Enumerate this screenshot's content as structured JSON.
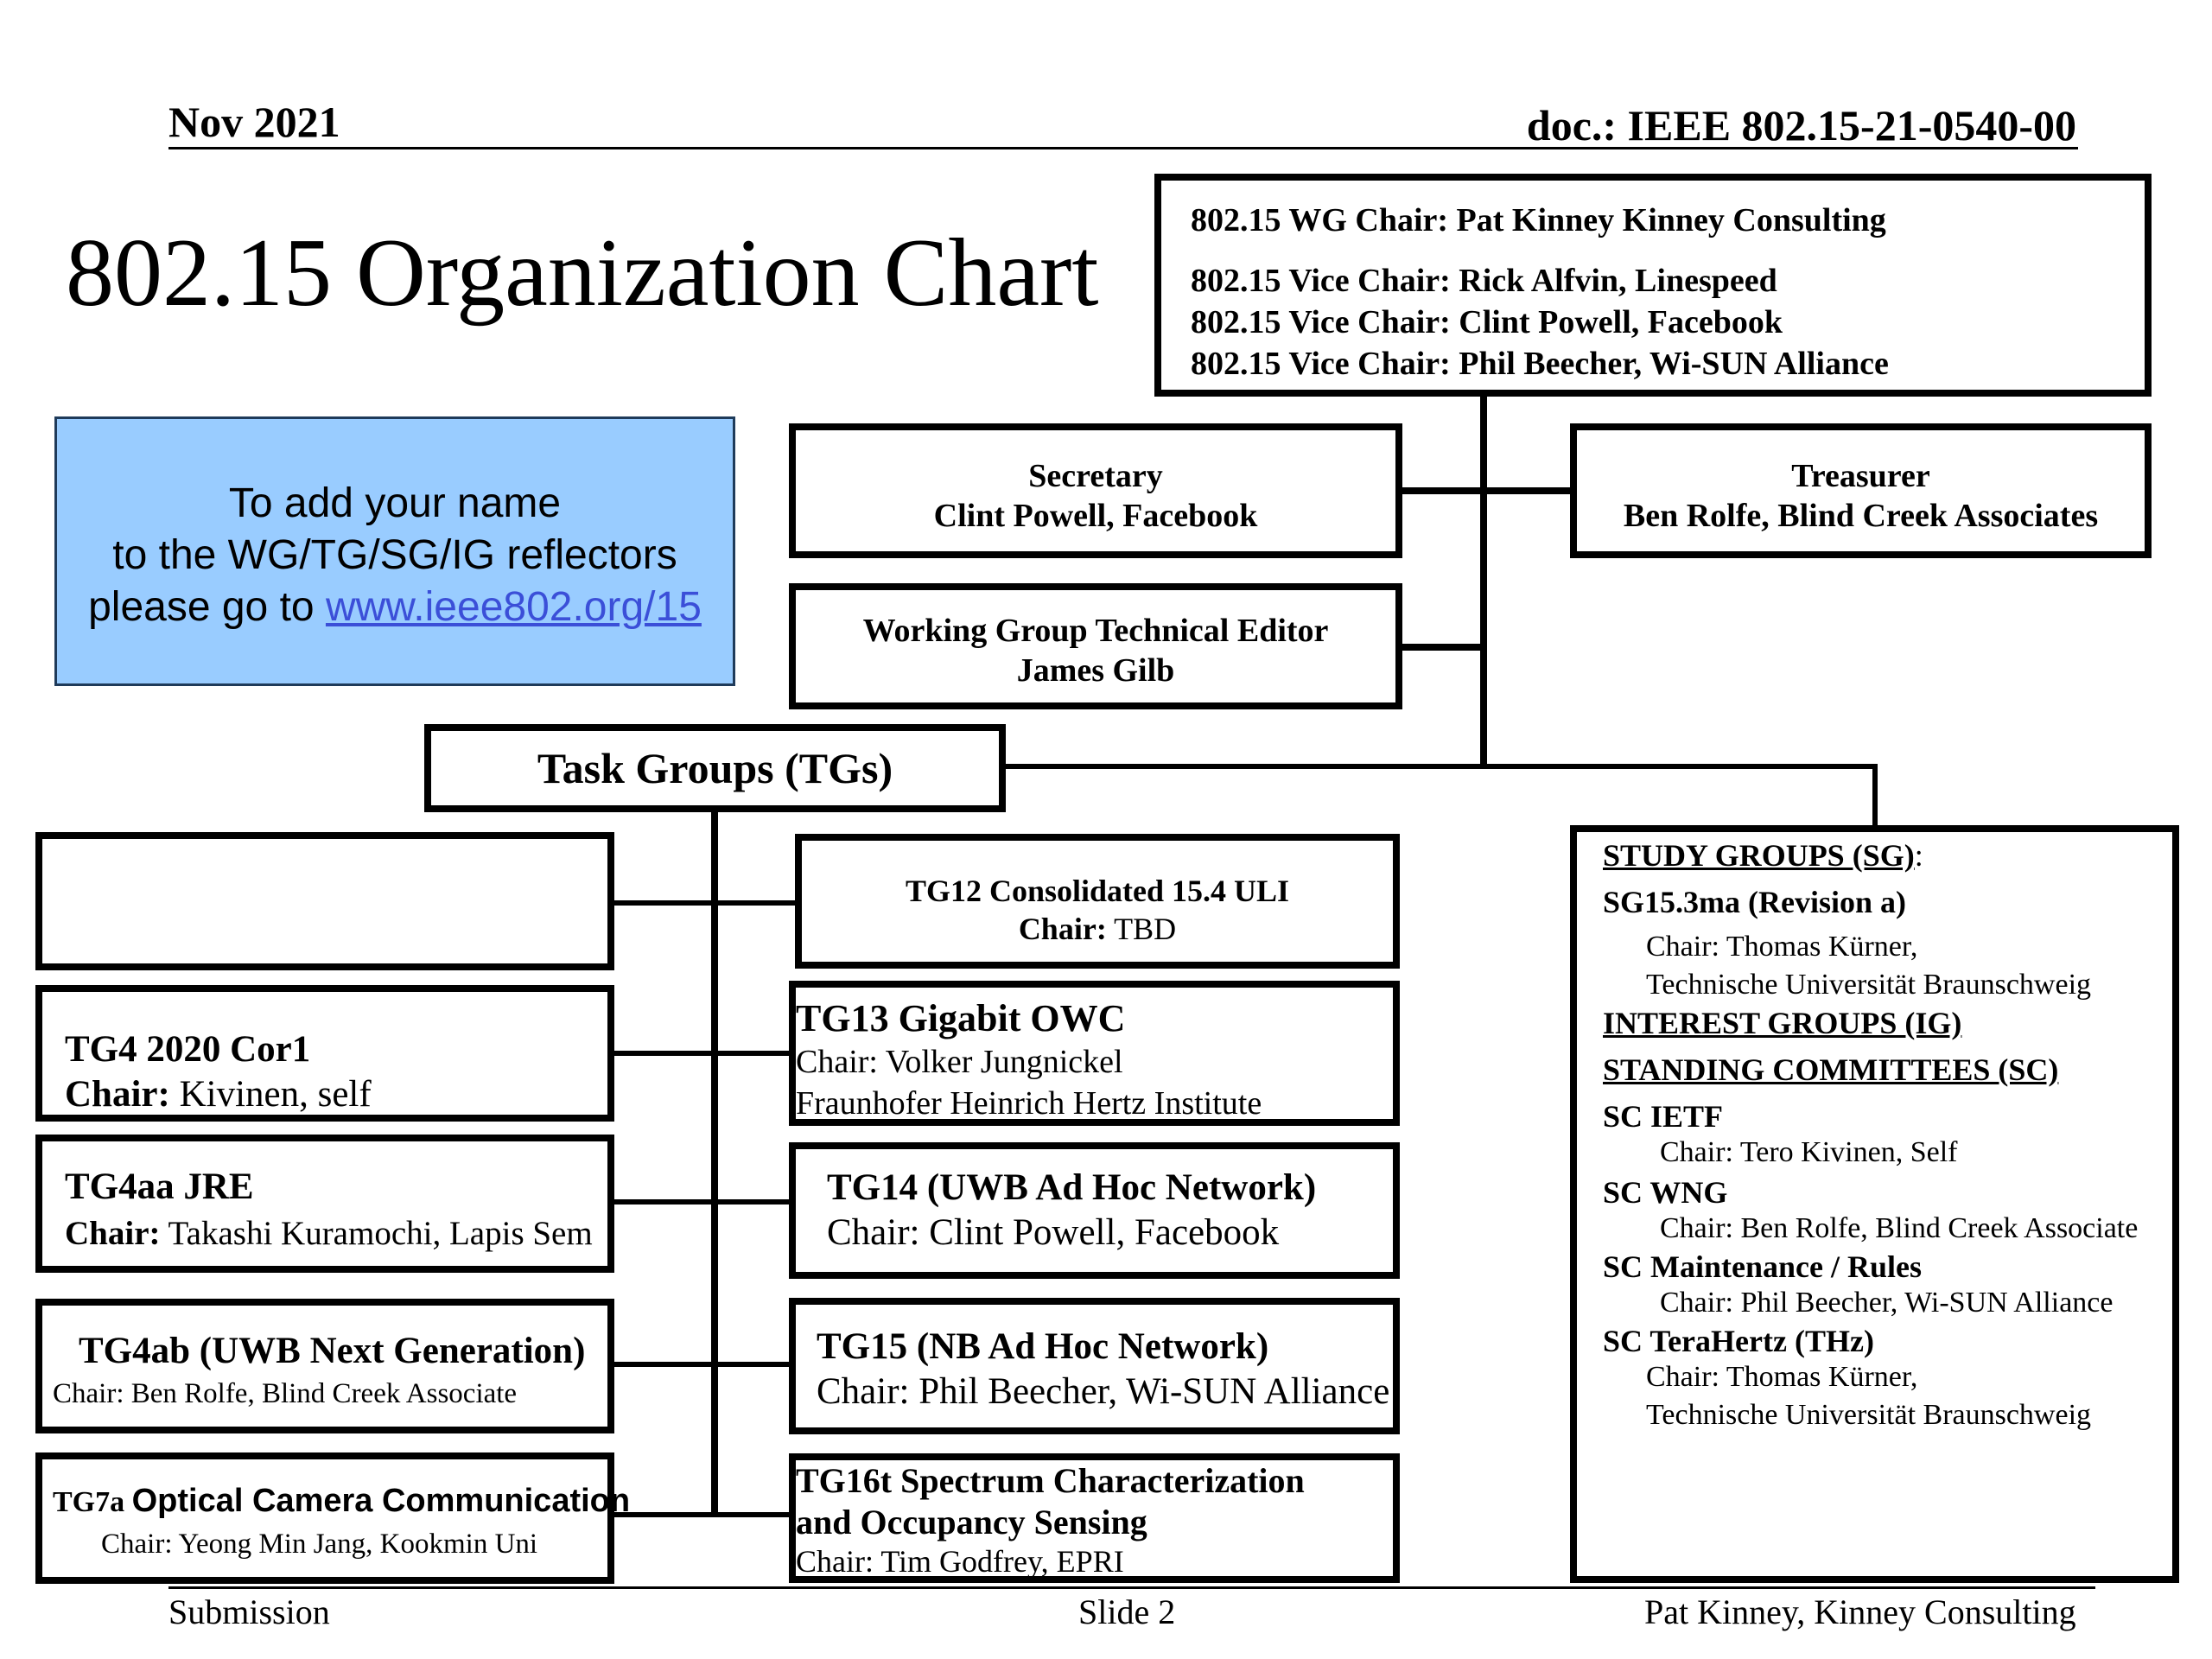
{
  "header": {
    "date": "Nov 2021",
    "doc": "doc.: IEEE 802.15-21-0540-00",
    "title": "802.15 Organization Chart"
  },
  "officers": {
    "wg_chair": "802.15 WG Chair:  Pat Kinney Kinney Consulting",
    "vice_chairs": [
      "802.15 Vice Chair:  Rick Alfvin, Linespeed",
      "802.15 Vice Chair:  Clint Powell, Facebook",
      "802.15 Vice Chair:  Phil Beecher, Wi-SUN Alliance"
    ],
    "secretary_title": "Secretary",
    "secretary_name": "Clint Powell, Facebook",
    "treasurer_title": "Treasurer",
    "treasurer_name": "Ben Rolfe, Blind Creek Associates",
    "editor_title": "Working Group Technical Editor",
    "editor_name": "James Gilb"
  },
  "reflector_note": {
    "line1": "To add your name",
    "line2": "to the WG/TG/SG/IG reflectors",
    "line3_prefix": "please go to ",
    "link": "www.ieee802.org/15",
    "bg_color": "#99ccff"
  },
  "task_groups_label": "Task Groups (TGs)",
  "tgs": {
    "tg4_title": "TG4 2020 Cor1",
    "tg4_chair_label": "Chair:",
    "tg4_chair": "  Kivinen, self",
    "tg4aa_title": "TG4aa JRE",
    "tg4aa_chair_label": "Chair:",
    "tg4aa_chair": " Takashi  Kuramochi, Lapis Sem",
    "tg4ab_title": "TG4ab (UWB Next Generation)",
    "tg4ab_chair": "Chair: Ben Rolfe, Blind Creek Associate",
    "tg7a_prefix": "TG7a ",
    "tg7a_title": "Optical Camera Communication",
    "tg7a_chair": "Chair: Yeong Min Jang, Kookmin Uni",
    "tg12_title": "TG12 Consolidated  15.4 ULI",
    "tg12_chair_label": "Chair:",
    "tg12_chair": " TBD",
    "tg13_title": "TG13 Gigabit OWC",
    "tg13_chair": "Chair: Volker Jungnickel",
    "tg13_org": "Fraunhofer Heinrich Hertz Institute",
    "tg14_title": "TG14 (UWB Ad Hoc Network)",
    "tg14_chair": "Chair: Clint Powell,  Facebook",
    "tg15_title": "TG15 (NB Ad Hoc Network)",
    "tg15_chair": "Chair: Phil Beecher, Wi-SUN Alliance",
    "tg16_title1": "TG16t Spectrum Characterization",
    "tg16_title2": "and Occupancy Sensing",
    "tg16_chair": "Chair: Tim Godfrey, EPRI"
  },
  "study": {
    "sg_heading": "STUDY GROUPS (SG)",
    "sg_colon": ":",
    "sg1_title": "SG15.3ma  (Revision a)",
    "sg1_chair": "Chair: Thomas Kürner,",
    "sg1_org": "Technische Universität Braunschweig",
    "ig_heading": "INTEREST GROUPS (IG)",
    "sc_heading": "STANDING COMMITTEES (SC)",
    "sc1_title": "SC IETF",
    "sc1_chair": "Chair: Tero Kivinen, Self",
    "sc2_title": "SC WNG",
    "sc2_chair": "Chair: Ben Rolfe, Blind Creek Associate",
    "sc3_title": "SC Maintenance / Rules",
    "sc3_chair": "Chair: Phil Beecher, Wi-SUN Alliance",
    "sc4_title": "SC TeraHertz (THz)",
    "sc4_chair": "Chair: Thomas Kürner,",
    "sc4_org": "Technische Universität Braunschweig"
  },
  "footer": {
    "left": "Submission",
    "center": "Slide 2",
    "right": "Pat Kinney, Kinney Consulting"
  }
}
